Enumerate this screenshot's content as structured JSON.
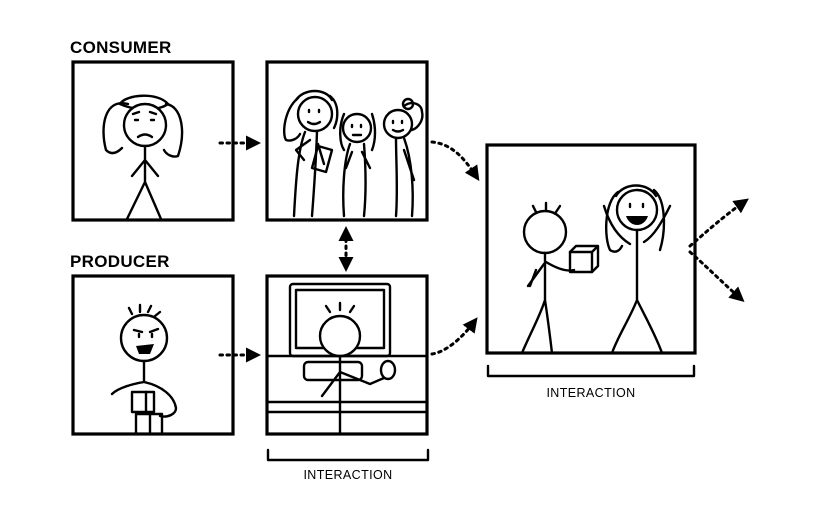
{
  "labels": {
    "consumer": "CONSUMER",
    "producer": "PRODUCER",
    "interaction_left": "INTERACTION",
    "interaction_right": "INTERACTION"
  },
  "colors": {
    "ink": "#000000",
    "background": "#ffffff"
  }
}
